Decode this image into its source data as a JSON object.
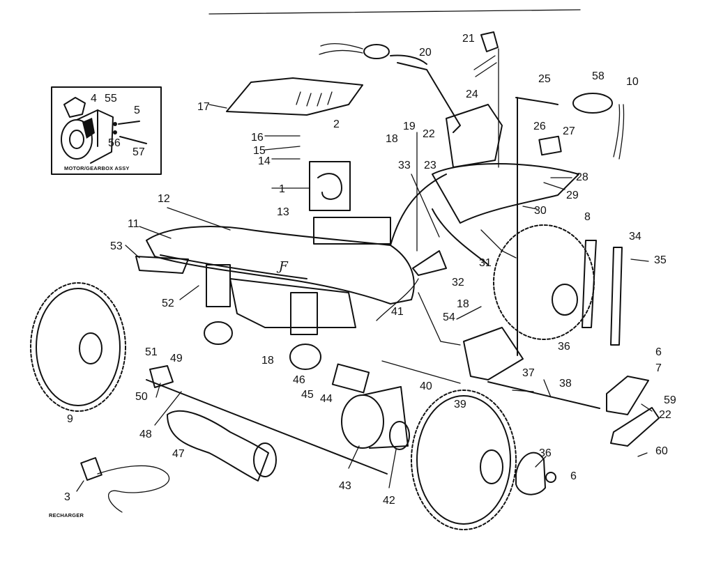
{
  "inset": {
    "caption": "MOTOR/GEARBOX ASSY"
  },
  "recharger_caption": "RECHARGER",
  "callouts": [
    {
      "id": "c4",
      "text": "4"
    },
    {
      "id": "c55",
      "text": "55"
    },
    {
      "id": "c5",
      "text": "5"
    },
    {
      "id": "c56",
      "text": "56"
    },
    {
      "id": "c57",
      "text": "57"
    },
    {
      "id": "c17",
      "text": "17"
    },
    {
      "id": "c2",
      "text": "2"
    },
    {
      "id": "c16",
      "text": "16"
    },
    {
      "id": "c15",
      "text": "15"
    },
    {
      "id": "c14",
      "text": "14"
    },
    {
      "id": "c1",
      "text": "1"
    },
    {
      "id": "c13",
      "text": "13"
    },
    {
      "id": "c12",
      "text": "12"
    },
    {
      "id": "c11",
      "text": "11"
    },
    {
      "id": "c53",
      "text": "53"
    },
    {
      "id": "c52",
      "text": "52"
    },
    {
      "id": "c9",
      "text": "9"
    },
    {
      "id": "c51",
      "text": "51"
    },
    {
      "id": "c49",
      "text": "49"
    },
    {
      "id": "c50",
      "text": "50"
    },
    {
      "id": "c48",
      "text": "48"
    },
    {
      "id": "c47",
      "text": "47"
    },
    {
      "id": "c3",
      "text": "3"
    },
    {
      "id": "c18a",
      "text": "18"
    },
    {
      "id": "c19",
      "text": "19"
    },
    {
      "id": "c33",
      "text": "33"
    },
    {
      "id": "c23",
      "text": "23"
    },
    {
      "id": "c20",
      "text": "20"
    },
    {
      "id": "c21",
      "text": "21"
    },
    {
      "id": "c24",
      "text": "24"
    },
    {
      "id": "c22a",
      "text": "22"
    },
    {
      "id": "c25",
      "text": "25"
    },
    {
      "id": "c58",
      "text": "58"
    },
    {
      "id": "c10",
      "text": "10"
    },
    {
      "id": "c26",
      "text": "26"
    },
    {
      "id": "c27",
      "text": "27"
    },
    {
      "id": "c28",
      "text": "28"
    },
    {
      "id": "c29",
      "text": "29"
    },
    {
      "id": "c30",
      "text": "30"
    },
    {
      "id": "c8",
      "text": "8"
    },
    {
      "id": "c34",
      "text": "34"
    },
    {
      "id": "c35",
      "text": "35"
    },
    {
      "id": "c31",
      "text": "31"
    },
    {
      "id": "c32",
      "text": "32"
    },
    {
      "id": "c18b",
      "text": "18"
    },
    {
      "id": "c41",
      "text": "41"
    },
    {
      "id": "c54",
      "text": "54"
    },
    {
      "id": "c36a",
      "text": "36"
    },
    {
      "id": "c6a",
      "text": "6"
    },
    {
      "id": "c7",
      "text": "7"
    },
    {
      "id": "c37",
      "text": "37"
    },
    {
      "id": "c18c",
      "text": "18"
    },
    {
      "id": "c46",
      "text": "46"
    },
    {
      "id": "c45",
      "text": "45"
    },
    {
      "id": "c44",
      "text": "44"
    },
    {
      "id": "c40",
      "text": "40"
    },
    {
      "id": "c39",
      "text": "39"
    },
    {
      "id": "c38",
      "text": "38"
    },
    {
      "id": "c59",
      "text": "59"
    },
    {
      "id": "c22b",
      "text": "22"
    },
    {
      "id": "c60",
      "text": "60"
    },
    {
      "id": "c43",
      "text": "43"
    },
    {
      "id": "c42",
      "text": "42"
    },
    {
      "id": "c36b",
      "text": "36"
    },
    {
      "id": "c6b",
      "text": "6"
    }
  ]
}
